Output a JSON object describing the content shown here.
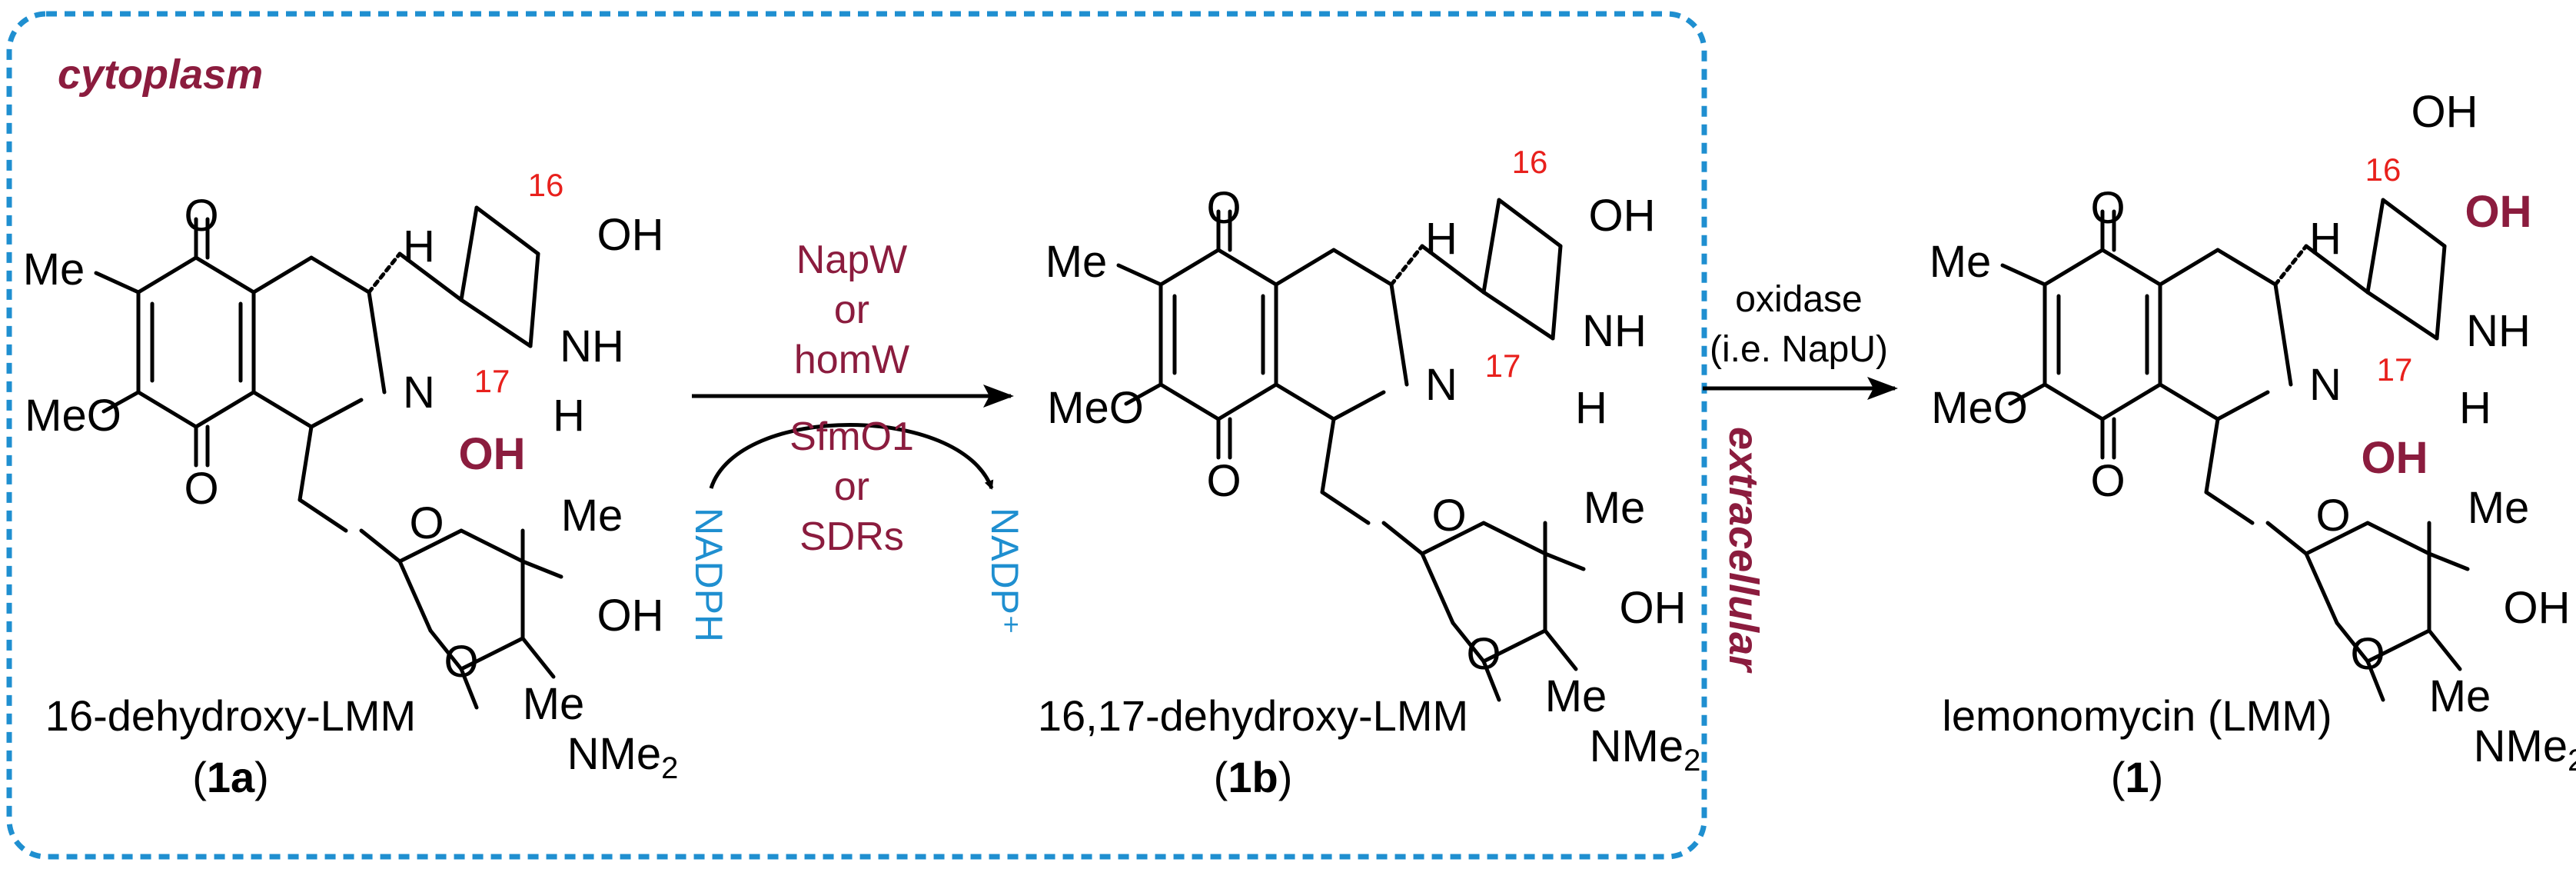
{
  "regions": {
    "cytoplasm": "cytoplasm",
    "extracellular": "extracellular"
  },
  "colors": {
    "region_border": "#1f8fd0",
    "enzyme": "#8b1c3e",
    "cofactor": "#1f8fd0",
    "atom_number": "#e8201c"
  },
  "step1": {
    "enzymes_top": [
      "NapW",
      "or",
      "homW"
    ],
    "enzymes_bottom": [
      "SfmO1",
      "or",
      "SDRs"
    ],
    "cofactor_in": "NADPH",
    "cofactor_out": "NADP⁺"
  },
  "step2": {
    "enzyme_line1": "oxidase",
    "enzyme_line2": "(i.e. NapU)"
  },
  "compounds": [
    {
      "name": "16-dehydroxy-LMM",
      "id_open": "(",
      "id_num": "1",
      "id_letter": "a",
      "id_close": ")"
    },
    {
      "name": "16,17-dehydroxy-LMM",
      "id_open": "(",
      "id_num": "1",
      "id_letter": "b",
      "id_close": ")"
    },
    {
      "name": "lemonomycin (LMM)",
      "id_open": "(",
      "id_num": "1",
      "id_letter": "",
      "id_close": ")"
    }
  ],
  "atoms": {
    "me": "Me",
    "meo": "MeO",
    "o": "O",
    "n": "N",
    "nh": "NH",
    "h": "H",
    "oh": "OH",
    "ho": "OH",
    "nme": "NMe",
    "nme_sub": "2",
    "pos16": "16",
    "pos17": "17"
  }
}
